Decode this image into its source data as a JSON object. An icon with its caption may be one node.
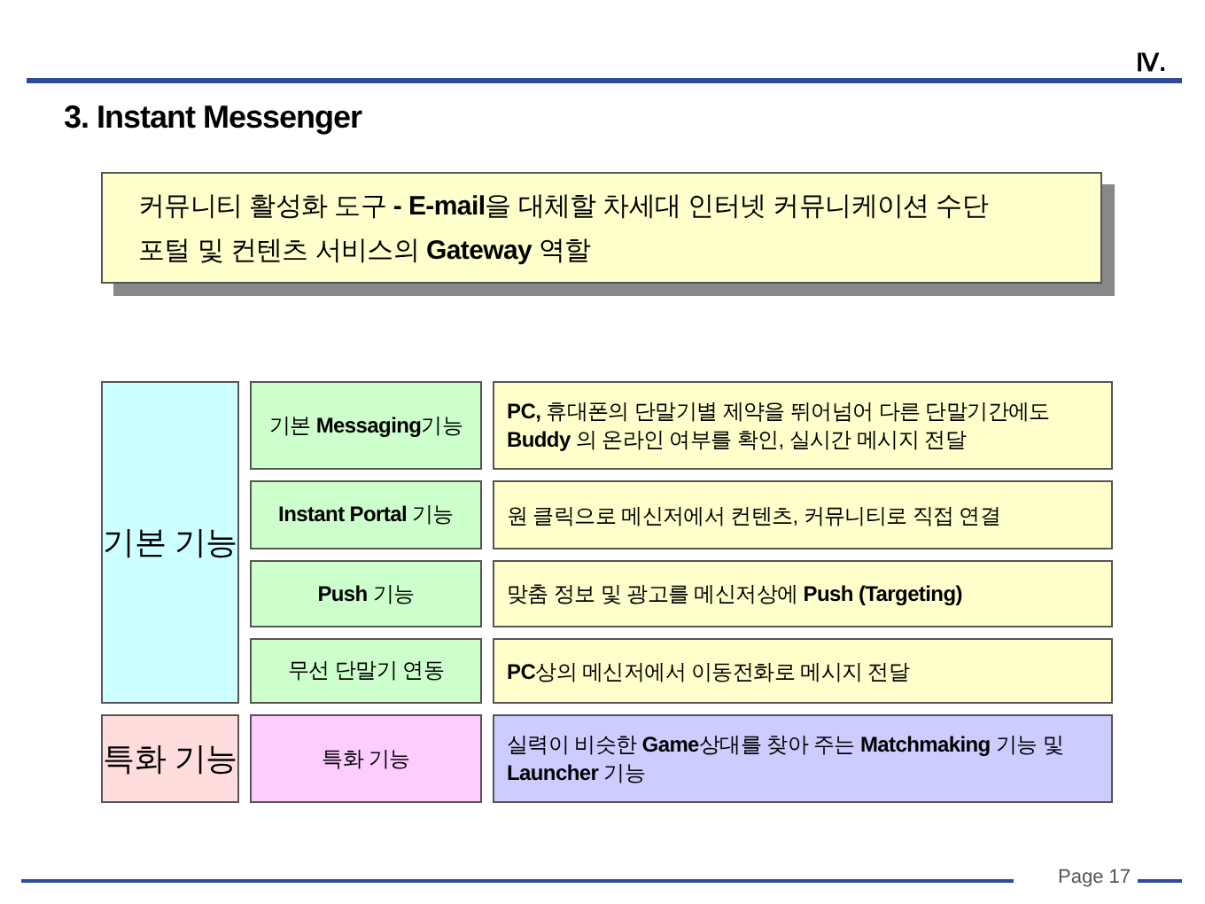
{
  "diagram": {
    "title": "3. Instant Messenger",
    "nodes": [
      {
        "text": [
          "커뮤니티 활성화 도구 **- E-mail**을 대체할 차세대 인터넷 커뮤니케이션 수단",
          "포털 및 컨텐츠 서비스의 **Gateway** 역할"
        ]
      },
      {
        "text": [
          "기본 기능"
        ]
      },
      {
        "text": [
          "기본 **Messaging**기능"
        ]
      },
      {
        "text": [
          "**PC,** 휴대폰의 단말기별 제약을 뛰어넘어 다른 단말기간에도 **Buddy** 의 온라인 여부를 확인, 실시간 메시지 전달"
        ]
      },
      {
        "text": [
          "**Instant Portal** 기능"
        ]
      },
      {
        "text": [
          "원 클릭으로 메신저에서 컨텐츠, 커뮤니티로 직접 연결"
        ]
      },
      {
        "text": [
          "**Push** 기능"
        ]
      },
      {
        "text": [
          "맞춤 정보 및 광고를 메신저상에 **Push (Targeting)**"
        ]
      },
      {
        "text": [
          "무선 단말기 연동"
        ]
      },
      {
        "text": [
          "**PC**상의 메신저에서 이동전화로 메시지 전달"
        ]
      },
      {
        "text": [
          "특화 기능"
        ]
      },
      {
        "text": [
          "특화 기능"
        ]
      },
      {
        "text": [
          "실력이 비슷한 **Game**상대를 찾아 주는 **Matchmaking** 기능 및 **Launcher** 기능"
        ]
      }
    ],
    "labels": [
      "Ⅳ.",
      "Page 17"
    ]
  }
}
